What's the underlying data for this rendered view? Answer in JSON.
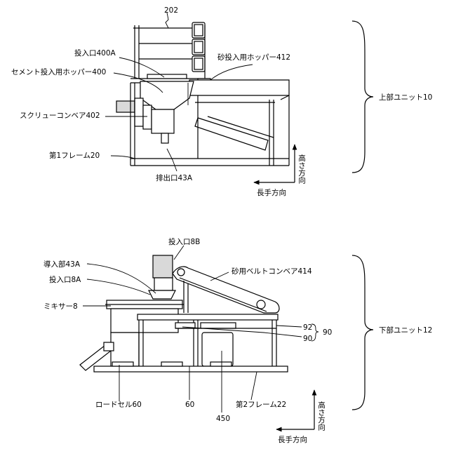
{
  "upper": {
    "label_202": "202",
    "inlet_400a": "投入口400A",
    "sand_hopper_412": "砂投入用ホッパー412",
    "cement_hopper_400": "セメント投入用ホッパー400",
    "screw_conveyor_402": "スクリューコンベア402",
    "frame_20": "第1フレーム20",
    "outlet_43a": "排出口43A",
    "unit_label": "上部ユニット10",
    "height_dir": "高さ方向",
    "length_dir": "長手方向"
  },
  "lower": {
    "inlet_8b": "投入口8B",
    "guide_43a": "導入部43A",
    "belt_conveyor_414": "砂用ベルトコンベア414",
    "inlet_8a": "投入口8A",
    "mixer_8": "ミキサー8",
    "label_92": "92",
    "label_90_brace": "90",
    "label_90": "90",
    "load_cell_60": "ロードセル60",
    "label_60": "60",
    "frame_22": "第2フレーム22",
    "label_450": "450",
    "unit_label": "下部ユニット12",
    "height_dir": "高さ方向",
    "length_dir": "長手方向"
  }
}
